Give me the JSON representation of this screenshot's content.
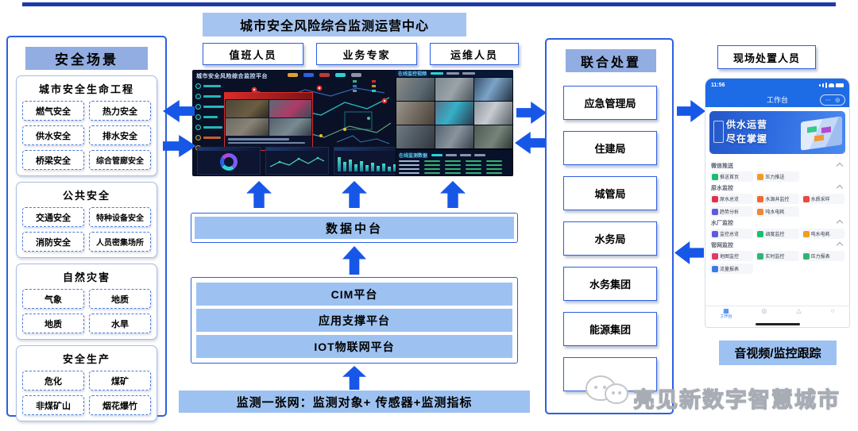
{
  "colors": {
    "accent_border": "#2E5FE0",
    "fill_light": "#9DC2F2",
    "fill_header": "#92ADE2",
    "fill_banner": "#A6C4F0",
    "arrow": "#1757E8",
    "top_line": "#1F3BA6",
    "phone_blue": "#1E6BE6"
  },
  "header": {
    "title": "城市安全风险综合监测运营中心"
  },
  "staff": {
    "duty": "值班人员",
    "expert": "业务专家",
    "ops": "运维人员"
  },
  "left_panel": {
    "title": "安全场景",
    "sections": [
      {
        "title": "城市安全生命工程",
        "items": [
          "燃气安全",
          "热力安全",
          "供水安全",
          "排水安全",
          "桥梁安全",
          "综合管廊安全"
        ]
      },
      {
        "title": "公共安全",
        "items": [
          "交通安全",
          "特种设备安全",
          "消防安全",
          "人员密集场所"
        ]
      },
      {
        "title": "自然灾害",
        "items": [
          "气象",
          "地质",
          "地质",
          "水旱"
        ]
      },
      {
        "title": "安全生产",
        "items": [
          "危化",
          "煤矿",
          "非煤矿山",
          "烟花爆竹"
        ]
      }
    ]
  },
  "dashboard": {
    "title": "城市安全风险综合监控平台",
    "video_panel_title": "在线监控视频",
    "data_panel_title": "在线监测数据"
  },
  "middle_stack": {
    "data_platform": "数据中台",
    "platforms": [
      "CIM平台",
      "应用支撑平台",
      "IOT物联网平台"
    ],
    "bottom_bar": "监测一张网：监测对象+ 传感器+监测指标"
  },
  "right_panel": {
    "title": "联合处置",
    "orgs": [
      "应急管理局",
      "住建局",
      "城管局",
      "水务局",
      "水务集团",
      "能源集团",
      ""
    ]
  },
  "field_staff": {
    "title": "现场处置人员"
  },
  "phone": {
    "time": "11:56",
    "nav_title": "工作台",
    "pill_dots": "⋯",
    "pill_circle": "◎",
    "banner_line1": "供水运营",
    "banner_line2": "尽在掌握",
    "sections": [
      {
        "title": "微信推送",
        "items": [
          {
            "label": "推送首页",
            "color": "#1BBE6E"
          },
          {
            "label": "压力推送",
            "color": "#F59A23"
          }
        ]
      },
      {
        "title": "原水监控",
        "items": [
          {
            "label": "原水总览",
            "color": "#E0314B"
          },
          {
            "label": "水源井监控",
            "color": "#F2682F"
          },
          {
            "label": "水质采样",
            "color": "#E84A3C"
          },
          {
            "label": "趋势分析",
            "color": "#5B5BE0"
          },
          {
            "label": "吨水电耗",
            "color": "#F2862F"
          }
        ]
      },
      {
        "title": "水厂监控",
        "items": [
          {
            "label": "监控总览",
            "color": "#5B5BE0"
          },
          {
            "label": "调度监控",
            "color": "#1BBE6E"
          },
          {
            "label": "吨水电耗",
            "color": "#F59A23"
          }
        ]
      },
      {
        "title": "管网监控",
        "items": [
          {
            "label": "地图监控",
            "color": "#E03A6E"
          },
          {
            "label": "实时监控",
            "color": "#2FB573"
          },
          {
            "label": "压力报表",
            "color": "#2FB573"
          },
          {
            "label": "流量报表",
            "color": "#3A7BE8"
          }
        ]
      }
    ],
    "tabbar": {
      "label": "工作台",
      "icons": [
        "▦",
        "◎",
        "△",
        "○"
      ]
    }
  },
  "av_label": "音视频/监控跟踪",
  "watermark": "亮见新数字智慧城市"
}
